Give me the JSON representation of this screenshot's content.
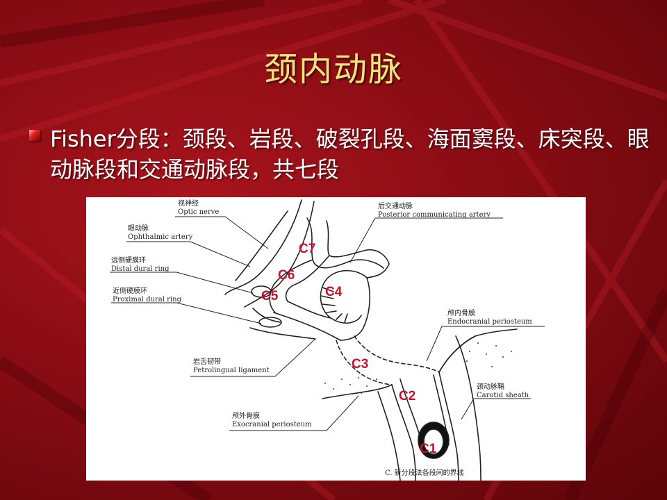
{
  "title": "颈内动脉",
  "bullet_text": "Fisher分段：颈段、岩段、破裂孔段、海面窦段、床突段、眼动脉段和交通动脉段，共七段",
  "colors": {
    "title": "#f2e27a",
    "background": "#8a0c14",
    "segment_label": "#c8102e"
  },
  "figure": {
    "labels": {
      "optic_nerve_cn": "视神经",
      "optic_nerve_en": "Optic nerve",
      "ophthalmic_cn": "眼动脉",
      "ophthalmic_en": "Ophthalmic artery",
      "distal_ring_cn": "远侧硬膜环",
      "distal_ring_en": "Distal dural ring",
      "proximal_ring_cn": "近侧硬膜环",
      "proximal_ring_en": "Proximal dural ring",
      "pcom_cn": "后交通动脉",
      "pcom_en": "Posterior communicating artery",
      "endocranial_cn": "颅内骨膜",
      "endocranial_en": "Endocranial periosteum",
      "petrolingual_cn": "岩舌韧带",
      "petrolingual_en": "Petrolingual ligament",
      "carotid_sheath_cn": "颈动脉鞘",
      "carotid_sheath_en": "Carotid sheath",
      "exocranial_cn": "颅外骨膜",
      "exocranial_en": "Exocranial periosteum",
      "caption": "C. 新分段法各段间的界线"
    },
    "segments": [
      "C7",
      "C6",
      "C5",
      "C4",
      "C3",
      "C2",
      "C1"
    ]
  }
}
